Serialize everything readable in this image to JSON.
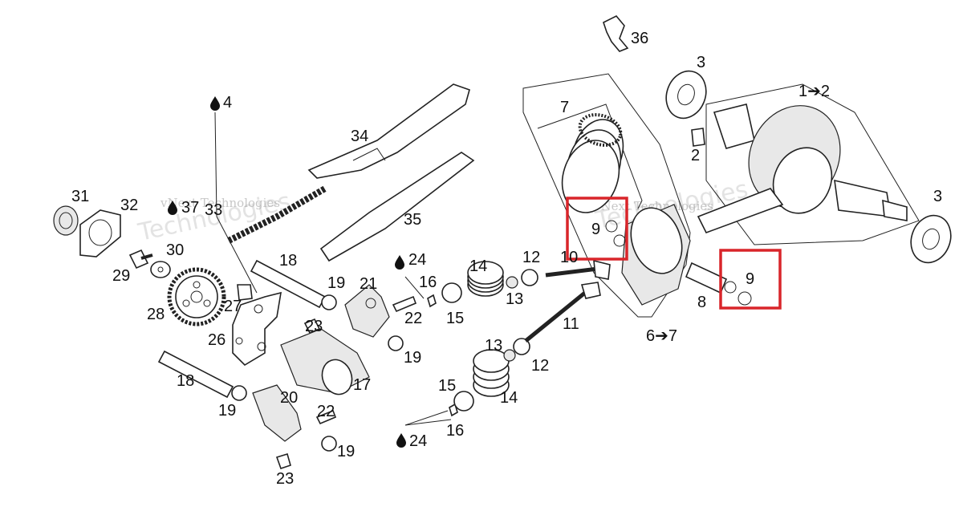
{
  "diagram": {
    "labels": [
      {
        "id": "p36",
        "text": "36"
      },
      {
        "id": "p3a",
        "text": "3"
      },
      {
        "id": "p1to2",
        "text": "1➔2"
      },
      {
        "id": "p4",
        "text": "4"
      },
      {
        "id": "p7",
        "text": "7"
      },
      {
        "id": "p2",
        "text": "2"
      },
      {
        "id": "p34",
        "text": "34"
      },
      {
        "id": "p3b",
        "text": "3"
      },
      {
        "id": "p31",
        "text": "31"
      },
      {
        "id": "p32",
        "text": "32"
      },
      {
        "id": "p37",
        "text": "37"
      },
      {
        "id": "p33",
        "text": "33"
      },
      {
        "id": "p35",
        "text": "35"
      },
      {
        "id": "p9a",
        "text": "9"
      },
      {
        "id": "p30",
        "text": "30"
      },
      {
        "id": "p29",
        "text": "29"
      },
      {
        "id": "p18a",
        "text": "18"
      },
      {
        "id": "p24a",
        "text": "24"
      },
      {
        "id": "p14a",
        "text": "14"
      },
      {
        "id": "p12a",
        "text": "12"
      },
      {
        "id": "p10",
        "text": "10"
      },
      {
        "id": "p9b",
        "text": "9"
      },
      {
        "id": "p19a",
        "text": "19"
      },
      {
        "id": "p21",
        "text": "21"
      },
      {
        "id": "p16a",
        "text": "16"
      },
      {
        "id": "p13a",
        "text": "13"
      },
      {
        "id": "p8",
        "text": "8"
      },
      {
        "id": "p28",
        "text": "28"
      },
      {
        "id": "p27",
        "text": "27"
      },
      {
        "id": "p23a",
        "text": "23"
      },
      {
        "id": "p22a",
        "text": "22"
      },
      {
        "id": "p15a",
        "text": "15"
      },
      {
        "id": "p11",
        "text": "11"
      },
      {
        "id": "p6to7",
        "text": "6➔7"
      },
      {
        "id": "p26",
        "text": "26"
      },
      {
        "id": "p19b",
        "text": "19"
      },
      {
        "id": "p13b",
        "text": "13"
      },
      {
        "id": "p12b",
        "text": "12"
      },
      {
        "id": "p17",
        "text": "17"
      },
      {
        "id": "p18b",
        "text": "18"
      },
      {
        "id": "p15b",
        "text": "15"
      },
      {
        "id": "p14b",
        "text": "14"
      },
      {
        "id": "p20",
        "text": "20"
      },
      {
        "id": "p19c",
        "text": "19"
      },
      {
        "id": "p22b",
        "text": "22"
      },
      {
        "id": "p16b",
        "text": "16"
      },
      {
        "id": "p24b",
        "text": "24"
      },
      {
        "id": "p19d",
        "text": "19"
      },
      {
        "id": "p23b",
        "text": "23"
      }
    ],
    "watermarks": [
      {
        "id": "wm1",
        "text": "vNext Technologies"
      },
      {
        "id": "wm2",
        "text": "Technologies"
      },
      {
        "id": "wm3",
        "text": "vNext Technologies"
      },
      {
        "id": "wm4",
        "text": "Technologies"
      }
    ],
    "highlight_color": "#d9252a",
    "icons": {
      "oil_drop": "oil-drop-icon"
    }
  }
}
